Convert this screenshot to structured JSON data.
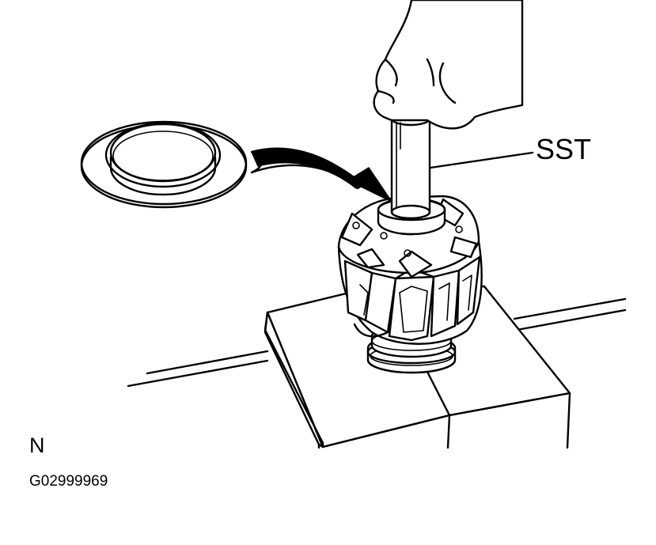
{
  "labels": {
    "tool": "SST",
    "view_letter": "N",
    "figure_code": "G02999969"
  }
}
